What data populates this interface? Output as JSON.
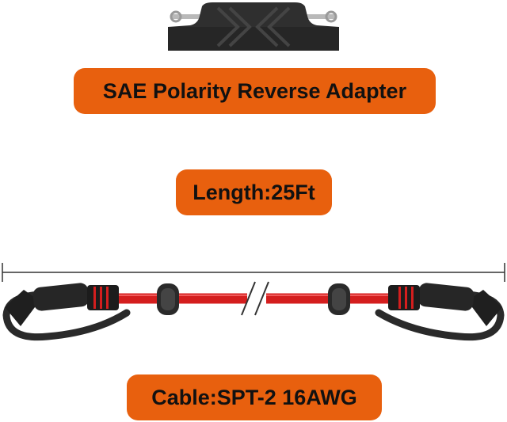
{
  "labels": {
    "adapter": "SAE Polarity Reverse Adapter",
    "length": "Length:25Ft",
    "cable": "Cable:SPT-2 16AWG"
  },
  "colors": {
    "label_background": "#e8600e",
    "label_text": "#111111",
    "cable_red": "#d41e1e",
    "connector_black": "#2a2a2a"
  },
  "icons": {
    "adapter": "sae-adapter-icon",
    "cable": "sae-extension-cable-icon",
    "length_marker": "dimension-line-icon"
  }
}
